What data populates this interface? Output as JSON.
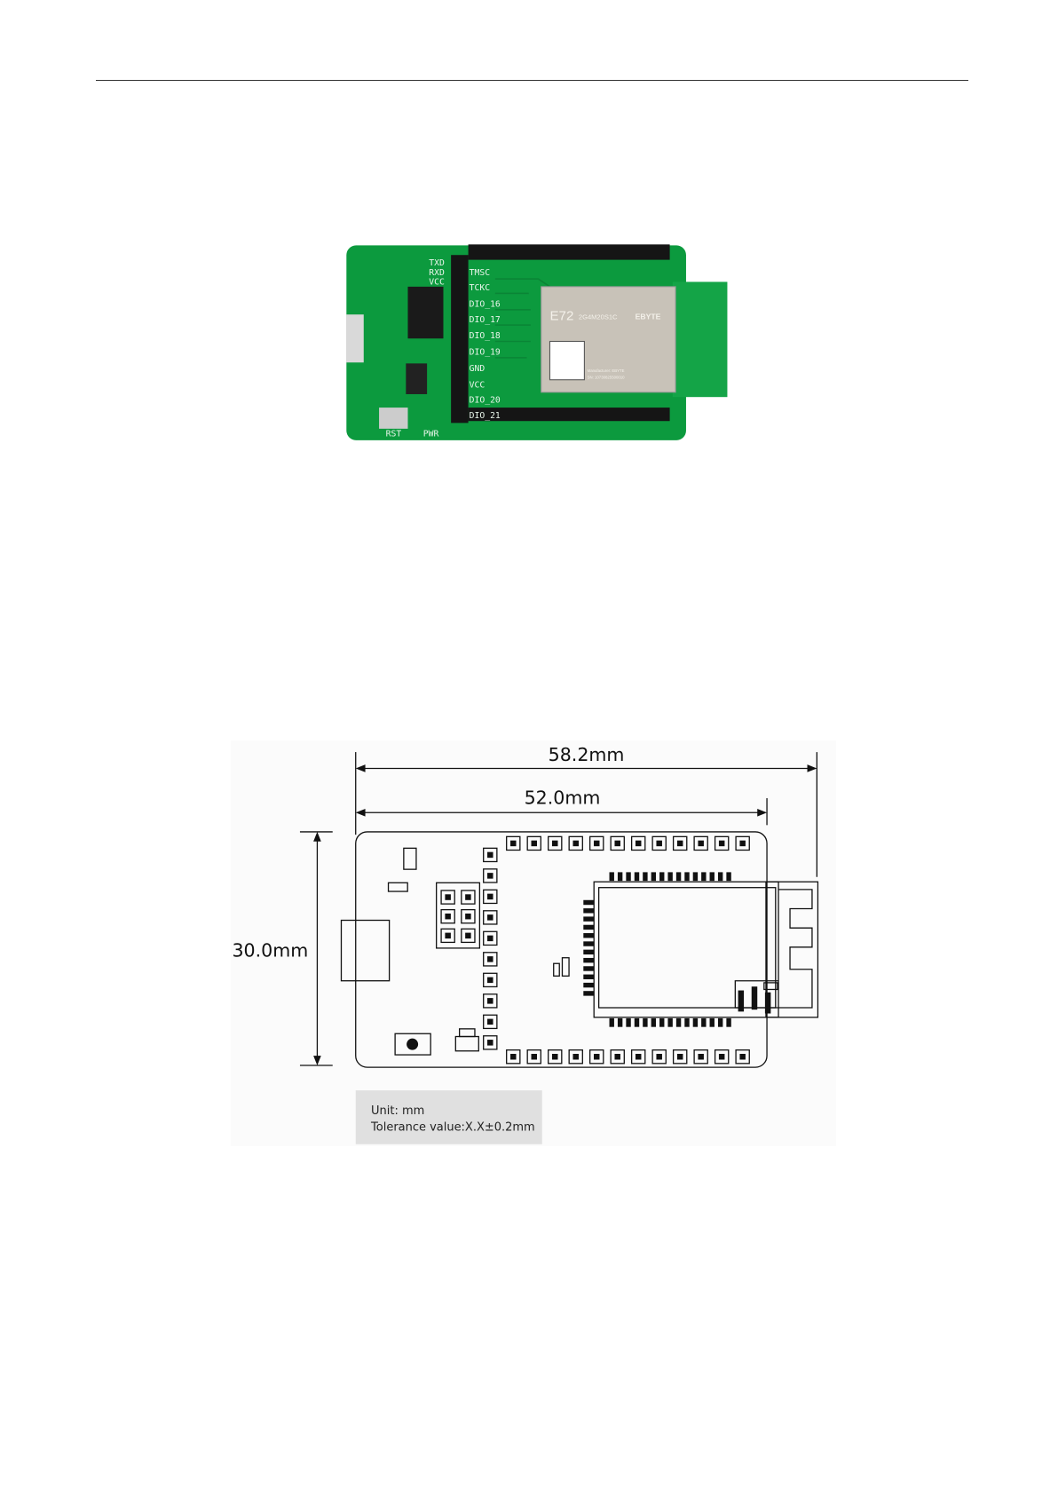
{
  "photo": {
    "uart_labels": [
      "TXD",
      "RXD",
      "VCC"
    ],
    "pin_labels": [
      "TMSC",
      "TCKC",
      "DIO_16",
      "DIO_17",
      "DIO_18",
      "DIO_19",
      "GND",
      "VCC",
      "DIO_20",
      "DIO_21"
    ],
    "rst_label": "RST",
    "pwr_label": "PWR",
    "module_model": "E72",
    "module_part": "2G4M20S1C",
    "module_brand": "EBYTE",
    "module_manufacturer": "Manufacturer: EBYTE",
    "module_sn": "SN: 10730825500010"
  },
  "drawing": {
    "overall_width": "58.2mm",
    "board_width": "52.0mm",
    "board_height": "30.0mm",
    "unit": "Unit:  mm",
    "tolerance": "Tolerance value:X.X±0.2mm"
  }
}
